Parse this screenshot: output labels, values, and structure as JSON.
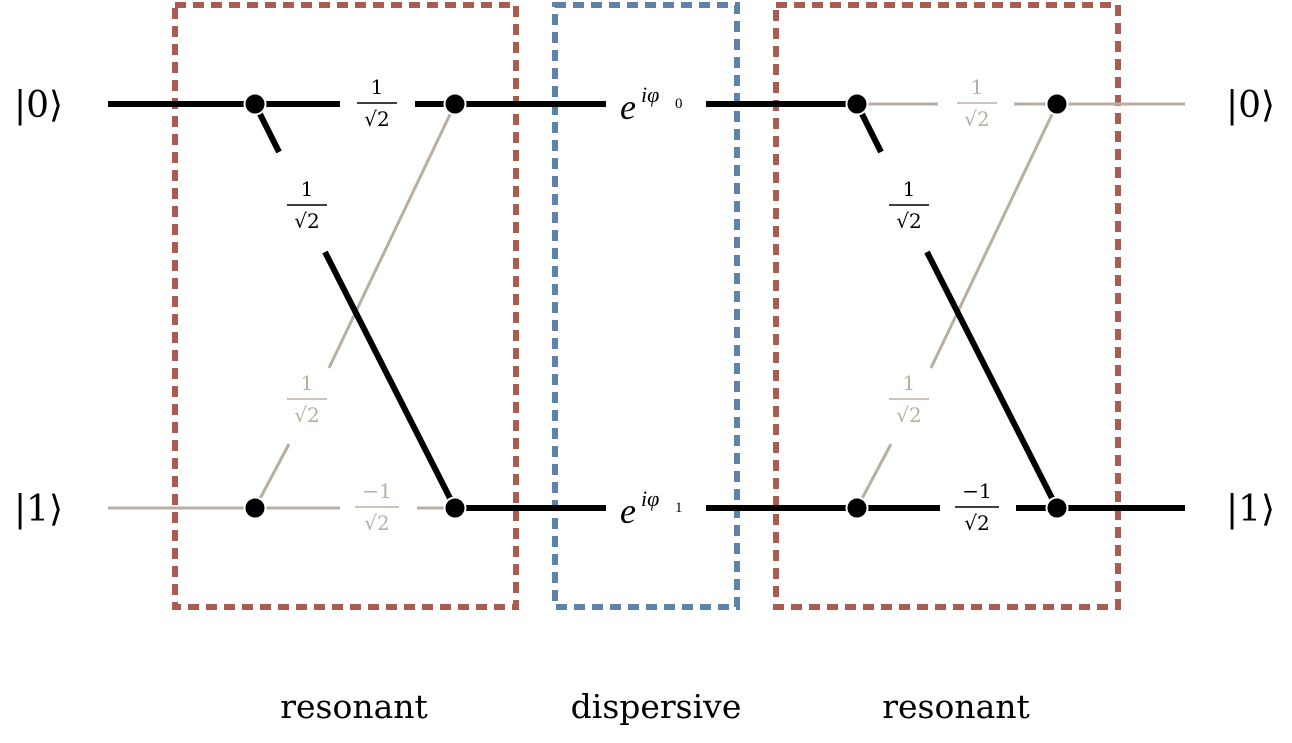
{
  "states": {
    "left_top": "|0⟩",
    "left_bottom": "|1⟩",
    "right_top": "|0⟩",
    "right_bottom": "|1⟩"
  },
  "blocks": {
    "first": "resonant",
    "middle": "dispersive",
    "last": "resonant"
  },
  "amplitudes": {
    "inv_sqrt2_num": "1",
    "inv_sqrt2_den": "√2",
    "neg_num": "−1",
    "neg_den": "√2"
  },
  "phases": {
    "base": "e",
    "top_sup": "iφ",
    "top_sub": "0",
    "bottom_sup": "iφ",
    "bottom_sub": "1"
  },
  "colors": {
    "active_path": "#000000",
    "inactive_path": "#b8afa2",
    "resonant_box": "#ab5c50",
    "dispersive_box": "#5d83ac"
  }
}
